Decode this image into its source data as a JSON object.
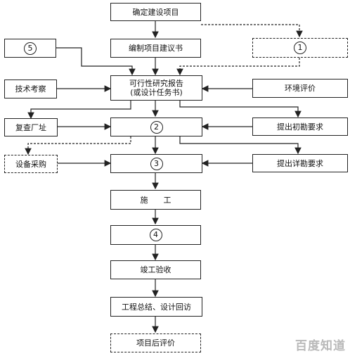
{
  "nodes": {
    "confirm": "确定建设项目",
    "proposal": "编制项目建议书",
    "step1": "1",
    "step5": "5",
    "tech": "技术考察",
    "feasibility_line1": "可行性研究报告",
    "feasibility_line2": "(或设计任务书)",
    "env": "环境评价",
    "site": "复查厂址",
    "step2": "2",
    "survey_initial": "提出初勘要求",
    "equipment": "设备采购",
    "step3": "3",
    "survey_detail": "提出详勘要求",
    "construction": "施　　工",
    "step4": "4",
    "acceptance": "竣工验收",
    "summary": "工程总结、设计回访",
    "post_eval": "项目后评价"
  },
  "watermark": "百度知道"
}
